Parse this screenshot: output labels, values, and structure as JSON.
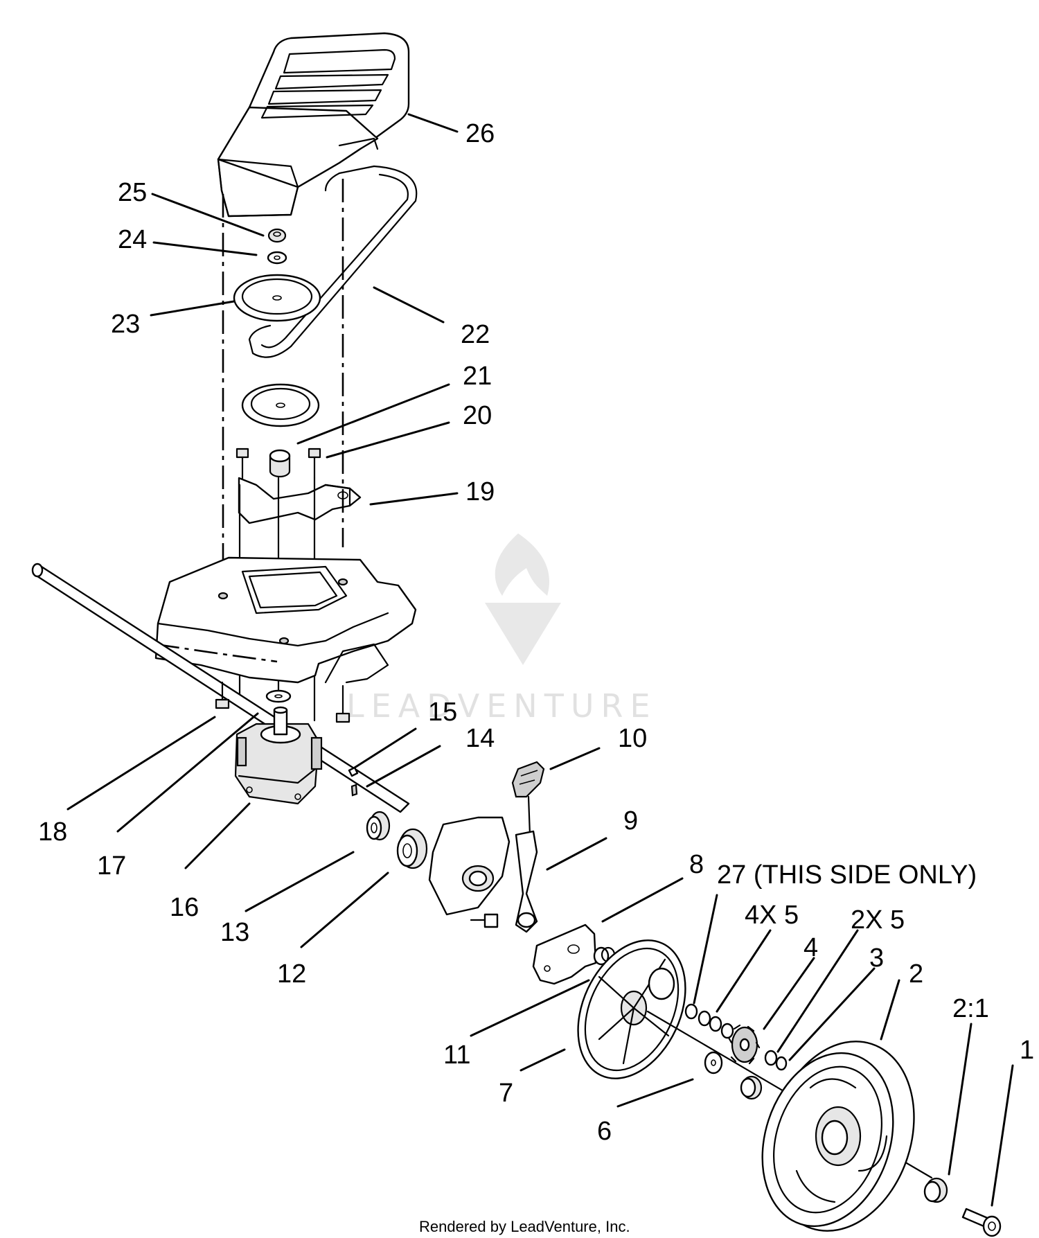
{
  "callouts": [
    {
      "id": "c26",
      "text": "26"
    },
    {
      "id": "c25",
      "text": "25"
    },
    {
      "id": "c24",
      "text": "24"
    },
    {
      "id": "c23",
      "text": "23"
    },
    {
      "id": "c22",
      "text": "22"
    },
    {
      "id": "c21",
      "text": "21"
    },
    {
      "id": "c20",
      "text": "20"
    },
    {
      "id": "c19",
      "text": "19"
    },
    {
      "id": "c18",
      "text": "18"
    },
    {
      "id": "c17",
      "text": "17"
    },
    {
      "id": "c16",
      "text": "16"
    },
    {
      "id": "c15",
      "text": "15"
    },
    {
      "id": "c14",
      "text": "14"
    },
    {
      "id": "c13",
      "text": "13"
    },
    {
      "id": "c12",
      "text": "12"
    },
    {
      "id": "c11",
      "text": "11"
    },
    {
      "id": "c10",
      "text": "10"
    },
    {
      "id": "c9",
      "text": "9"
    },
    {
      "id": "c8",
      "text": "8"
    },
    {
      "id": "c7",
      "text": "7"
    },
    {
      "id": "c6",
      "text": "6"
    },
    {
      "id": "c4x5",
      "text": "4X 5"
    },
    {
      "id": "c4",
      "text": "4"
    },
    {
      "id": "c2x5",
      "text": "2X 5"
    },
    {
      "id": "c3",
      "text": "3"
    },
    {
      "id": "c2",
      "text": "2"
    },
    {
      "id": "c21b",
      "text": "2:1"
    },
    {
      "id": "c1",
      "text": "1"
    },
    {
      "id": "c27",
      "text": "27 (THIS SIDE ONLY)"
    }
  ],
  "watermark": {
    "text": "LEADVENTURE"
  },
  "footer": {
    "text": "Rendered by LeadVenture, Inc."
  }
}
